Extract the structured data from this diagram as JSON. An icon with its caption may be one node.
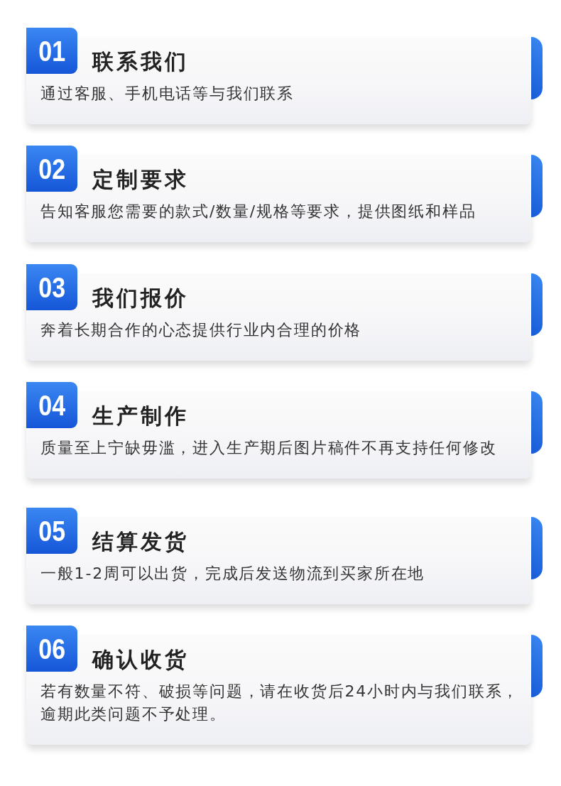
{
  "diagram": {
    "nodes": [
      {
        "text": [
          "01"
        ]
      },
      {
        "text": [
          "联系我们",
          "通过客服、手机电话等与我们联系"
        ]
      },
      {
        "text": [],
        "shape": "bar"
      },
      {
        "text": [
          "02"
        ]
      },
      {
        "text": [
          "定制要求",
          "告知客服您需要的款式/数量/规格等要求，提供图纸和样品"
        ]
      },
      {
        "text": [],
        "shape": "bar"
      },
      {
        "text": [
          "03"
        ]
      },
      {
        "text": [
          "我们报价",
          "奔着长期合作的心态提供行业内合理的价格"
        ]
      },
      {
        "text": [],
        "shape": "bar"
      },
      {
        "text": [
          "04"
        ]
      },
      {
        "text": [
          "生产制作",
          "质量至上宁缺毋滥，进入生产期后图片稿件不再支持任何修改"
        ]
      },
      {
        "text": [],
        "shape": "bar"
      },
      {
        "text": [
          "05"
        ]
      },
      {
        "text": [
          "结算发货",
          "一般1-2周可以出货，完成后发送物流到买家所在地"
        ]
      },
      {
        "text": [],
        "shape": "bar"
      },
      {
        "text": [
          "06"
        ]
      },
      {
        "text": [
          "确认收货",
          "若有数量不符、破损等问题，请在收货后24小时内与我们联系，逾期此类问题不予处理。"
        ]
      },
      {
        "text": [],
        "shape": "bar"
      }
    ]
  }
}
